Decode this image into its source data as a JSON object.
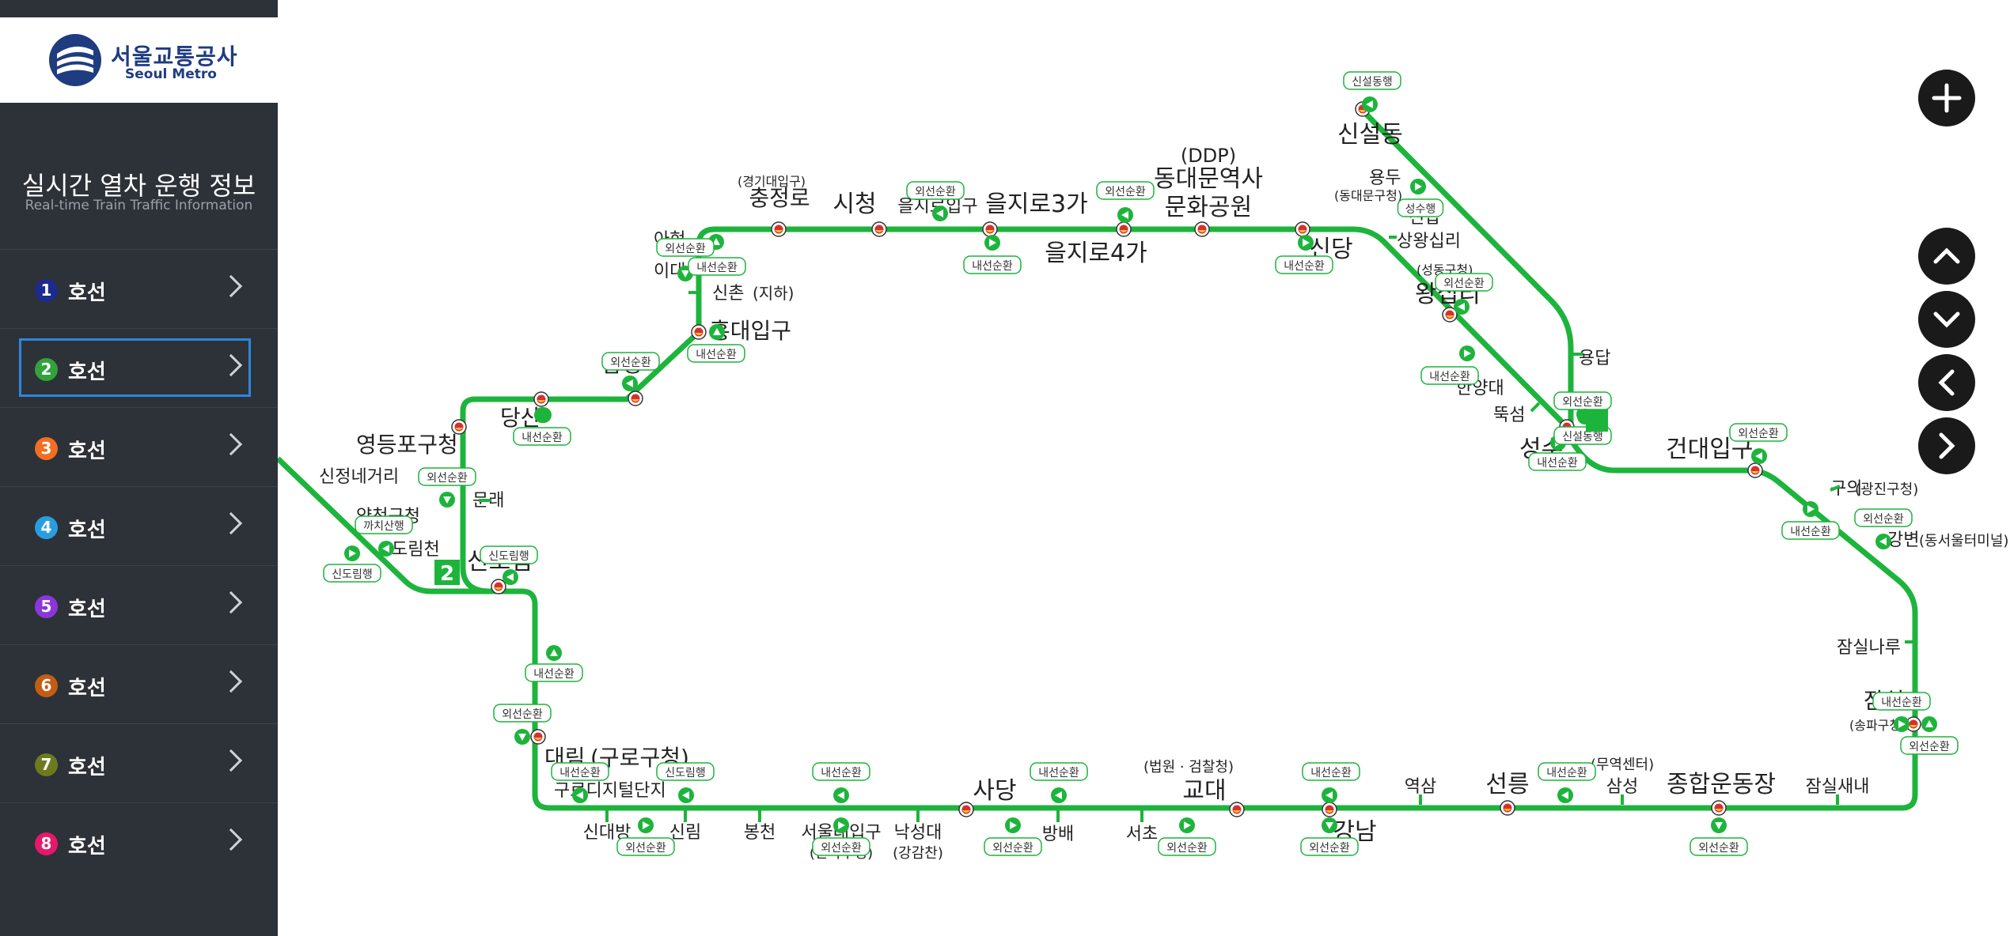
{
  "logo": {
    "korean": "서울교통공사",
    "english": "Seoul Metro"
  },
  "panel": {
    "title_ko": "실시간 열차 운행 정보",
    "title_en": "Real-time Train Traffic Information"
  },
  "lines": [
    {
      "num": "1",
      "label": "호선",
      "color": "#1d2a8f"
    },
    {
      "num": "2",
      "label": "호선",
      "color": "#33a23d"
    },
    {
      "num": "3",
      "label": "호선",
      "color": "#f36d22"
    },
    {
      "num": "4",
      "label": "호선",
      "color": "#2a9de0"
    },
    {
      "num": "5",
      "label": "호선",
      "color": "#8b36db"
    },
    {
      "num": "6",
      "label": "호선",
      "color": "#c35d14"
    },
    {
      "num": "7",
      "label": "호선",
      "color": "#6e7a1e"
    },
    {
      "num": "8",
      "label": "호선",
      "color": "#e6186c"
    }
  ],
  "selected_line": "2",
  "map": {
    "line_color": "#1db43c",
    "line_badge": "2",
    "stations": {
      "s01": "충정로",
      "s01_sub": "(경기대입구)",
      "s02": "시청",
      "s03": "을지로입구",
      "s04": "을지로3가",
      "s05": "을지로4가",
      "s06": "동대문역사",
      "s06_top": "(DDP)",
      "s06_bot": "문화공원",
      "s07": "신당",
      "s08": "상왕십리",
      "s09": "왕십리",
      "s09_sub": "(성동구청)",
      "s10": "한양대",
      "s11": "뚝섬",
      "s12": "성수",
      "s13": "건대입구",
      "s14": "구의",
      "s14_sub": "(광진구청)",
      "s15": "강변",
      "s15_sub": "(동서울터미널)",
      "s16": "잠실나루",
      "s17": "잠실",
      "s17_sub": "(송파구청)",
      "s18": "잠실새내",
      "s19": "종합운동장",
      "s20": "삼성",
      "s20_sub": "(무역센터)",
      "s21": "선릉",
      "s22": "역삼",
      "s23": "강남",
      "s24": "교대",
      "s24_sub": "(법원 · 검찰청)",
      "s25": "서초",
      "s26": "방배",
      "s27": "사당",
      "s28": "낙성대",
      "s28_sub": "(강감찬)",
      "s29": "서울대입구",
      "s29_sub": "(관악구청)",
      "s30": "봉천",
      "s31": "신림",
      "s32": "신대방",
      "s33": "구로디지털단지",
      "s34": "대림",
      "s34_sub": "(구로구청)",
      "s35": "신도림",
      "s36": "문래",
      "s37": "영등포구청",
      "s38": "당산",
      "s39": "합정",
      "s40": "홍대입구",
      "s41": "신촌",
      "s41_sub": "(지하)",
      "s42": "이대",
      "s43": "아현",
      "s44": "신설동",
      "s45": "용두",
      "s45_sub": "(동대문구청)",
      "s46": "신답",
      "s47": "용답",
      "s48": "신정네거리",
      "s49": "양천구청",
      "s50": "도림천"
    },
    "tags": {
      "inner": "내선순환",
      "outer": "외선순환",
      "sinseol": "신설동행",
      "seongsu": "성수행",
      "sindorim": "신도림행",
      "kkachisan": "까치산행"
    }
  },
  "controls": {
    "zoom_in": "+",
    "up": "up",
    "down": "down",
    "left": "left",
    "right": "right"
  }
}
